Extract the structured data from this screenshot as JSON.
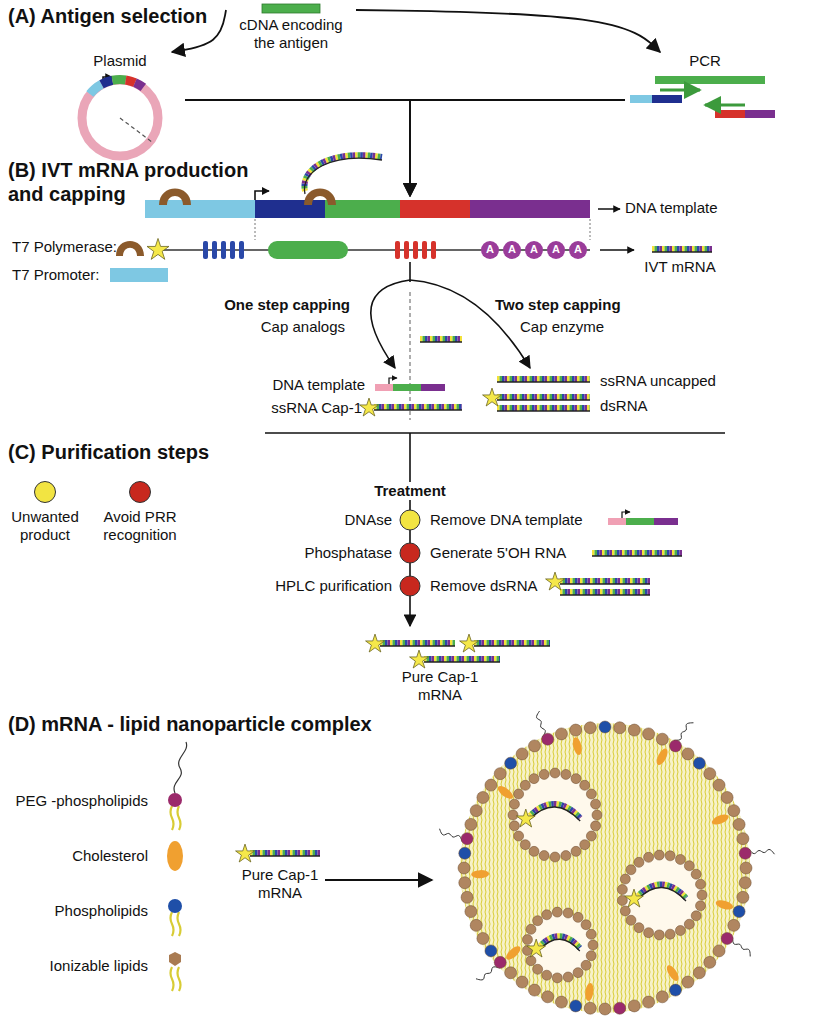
{
  "diagram": {
    "nodes": [
      {
        "text": [
          "cDNA encoding the antigen"
        ]
      },
      {
        "text": [
          "Plasmid"
        ]
      },
      {
        "text": [
          "PCR"
        ]
      },
      {
        "text": [
          "DNA template"
        ]
      }
    ],
    "edges": [
      {
        "from": 0,
        "to": 1,
        "arrow": "to"
      },
      {
        "from": 0,
        "to": 2,
        "arrow": "to"
      },
      {
        "from": 1,
        "to": 3,
        "arrow": "to"
      },
      {
        "from": 2,
        "to": 3,
        "arrow": "to"
      }
    ],
    "labels": [
      "(A) Antigen selection",
      "(B) IVT mRNA production and capping",
      "IVT mRNA",
      "One step capping",
      "Cap analogs",
      "Two step capping",
      "Cap enzyme",
      "DNA template",
      "ssRNA Cap-1",
      "ssRNA uncapped",
      "dsRNA",
      "(C) Purification steps",
      "Treatment",
      "DNAse",
      "Phosphatase",
      "HPLC purification",
      "Remove DNA template",
      "Generate 5'OH RNA",
      "Remove dsRNA",
      "Pure Cap-1 mRNA",
      "(D) mRNA - lipid nanoparticle complex",
      "Pure Cap-1 mRNA",
      "A",
      "A",
      "A",
      "A",
      "A"
    ],
    "legend": [
      {
        "text": "T7 Polymerase:"
      },
      {
        "text": "T7 Promoter:",
        "color": "#7ec8e3"
      },
      {
        "text": "Unwanted product",
        "color": "#f2e442"
      },
      {
        "text": "Avoid PRR recognition",
        "color": "#c8281e"
      },
      {
        "text": "PEG -phospholipids"
      },
      {
        "text": "Cholesterol"
      },
      {
        "text": "Phospholipids"
      },
      {
        "text": "Ionizable lipids"
      }
    ]
  }
}
